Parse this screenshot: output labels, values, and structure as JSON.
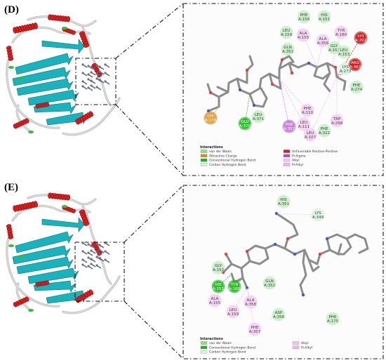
{
  "panels": [
    {
      "label": "(D)",
      "legend_title": "Interactions",
      "legend": [
        {
          "text": "van der Waals",
          "color": "#8fdc8f"
        },
        {
          "text": "Attractive Charge",
          "color": "#e08a16"
        },
        {
          "text": "Conventional Hydrogen Bond",
          "color": "#1fb51f"
        },
        {
          "text": "Carbon Hydrogen Bond",
          "color": "#d5f3e0"
        },
        {
          "text": "Unfavorable Positive-Positive",
          "color": "#d71e1e"
        },
        {
          "text": "Pi-Sigma",
          "color": "#b24ad6"
        },
        {
          "text": "Alkyl",
          "color": "#f2c4ee"
        },
        {
          "text": "Pi-Alkyl",
          "color": "#f0b6ea"
        }
      ],
      "residues": [
        {
          "l1": "PHE",
          "l2": "A:156"
        },
        {
          "l1": "HIS",
          "l2": "A:151"
        },
        {
          "l1": "LEU",
          "l2": "A:159"
        },
        {
          "l1": "ALA",
          "l2": "A:155"
        },
        {
          "l1": "TYR",
          "l2": "A:180"
        },
        {
          "l1": "ALA",
          "l2": "A:358"
        },
        {
          "l1": "GLY",
          "l2": "A:152"
        },
        {
          "l1": "LYS",
          "l2": "A:292"
        },
        {
          "l1": "GLN",
          "l2": "A:352"
        },
        {
          "l1": "LEU",
          "l2": "A:153"
        },
        {
          "l1": "LYS",
          "l2": "A:273"
        },
        {
          "l1": "ARG",
          "l2": "A:363"
        },
        {
          "l1": "PHE",
          "l2": "A:274"
        },
        {
          "l1": "LYS",
          "l2": "A:276"
        },
        {
          "l1": "LEU",
          "l2": "A:371"
        },
        {
          "l1": "GLU",
          "l2": "A:370"
        },
        {
          "l1": "PHE",
          "l2": "A:110"
        },
        {
          "l1": "LEU",
          "l2": "A:111"
        },
        {
          "l1": "TRP",
          "l2": "A:298"
        },
        {
          "l1": "PHE",
          "l2": "A:357"
        },
        {
          "l1": "PHE",
          "l2": "A:322"
        },
        {
          "l1": "LEU",
          "l2": "A:107"
        }
      ]
    },
    {
      "label": "(E)",
      "legend_title": "Interactions",
      "legend": [
        {
          "text": "van der Waals",
          "color": "#8fdc8f"
        },
        {
          "text": "Conventional Hydrogen Bond",
          "color": "#1fb51f"
        },
        {
          "text": "Carbon Hydrogen Bond",
          "color": "#d5f3e0"
        },
        {
          "text": "Alkyl",
          "color": "#f2c4ee"
        },
        {
          "text": "Pi-Alkyl",
          "color": "#f0b6ea"
        }
      ],
      "residues": [
        {
          "l1": "HIS",
          "l2": "A:351"
        },
        {
          "l1": "LYS",
          "l2": "A:349"
        },
        {
          "l1": "GLY",
          "l2": "A:152"
        },
        {
          "l1": "GLN",
          "l2": "A:352"
        },
        {
          "l1": "HIS",
          "l2": "A:151"
        },
        {
          "l1": "TYR",
          "l2": "A:180"
        },
        {
          "l1": "ALA",
          "l2": "A:155"
        },
        {
          "l1": "ALA",
          "l2": "A:358"
        },
        {
          "l1": "LEU",
          "l2": "A:159"
        },
        {
          "l1": "ASP",
          "l2": "A:356"
        },
        {
          "l1": "PHE",
          "l2": "A:357"
        },
        {
          "l1": "PHE",
          "l2": "A:175"
        }
      ]
    }
  ]
}
